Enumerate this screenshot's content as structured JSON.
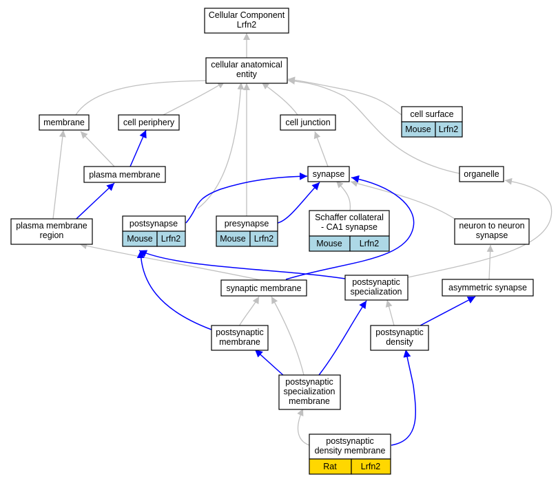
{
  "colors": {
    "mouse_tag": "#add8e6",
    "rat_tag": "#ffd700",
    "edge_is_a": "#c0c0c0",
    "edge_part_of": "#0000ff"
  },
  "nodes": {
    "root": [
      "Cellular Component",
      "Lrfn2"
    ],
    "cae": [
      "cellular anatomical",
      "entity"
    ],
    "membrane": [
      "membrane"
    ],
    "cell_periphery": [
      "cell periphery"
    ],
    "cell_junction": [
      "cell junction"
    ],
    "cell_surface": [
      "cell surface"
    ],
    "plasma_membrane": [
      "plasma membrane"
    ],
    "synapse": [
      "synapse"
    ],
    "organelle": [
      "organelle"
    ],
    "pm_region": [
      "plasma membrane",
      "region"
    ],
    "postsynapse": [
      "postsynapse"
    ],
    "presynapse": [
      "presynapse"
    ],
    "schaffer": [
      "Schaffer collateral",
      "- CA1 synapse"
    ],
    "n2n": [
      "neuron to neuron",
      "synapse"
    ],
    "syn_membrane": [
      "synaptic membrane"
    ],
    "psp_spec": [
      "postsynaptic",
      "specialization"
    ],
    "asym": [
      "asymmetric synapse"
    ],
    "psp_membrane": [
      "postsynaptic",
      "membrane"
    ],
    "psd": [
      "postsynaptic",
      "density"
    ],
    "pss_membrane": [
      "postsynaptic",
      "specialization",
      "membrane"
    ],
    "psd_membrane": [
      "postsynaptic",
      "density membrane"
    ]
  },
  "annotations": {
    "cell_surface": [
      "Mouse",
      "Lrfn2"
    ],
    "postsynapse": [
      "Mouse",
      "Lrfn2"
    ],
    "presynapse": [
      "Mouse",
      "Lrfn2"
    ],
    "schaffer": [
      "Mouse",
      "Lrfn2"
    ],
    "psd_membrane": [
      "Rat",
      "Lrfn2"
    ]
  }
}
